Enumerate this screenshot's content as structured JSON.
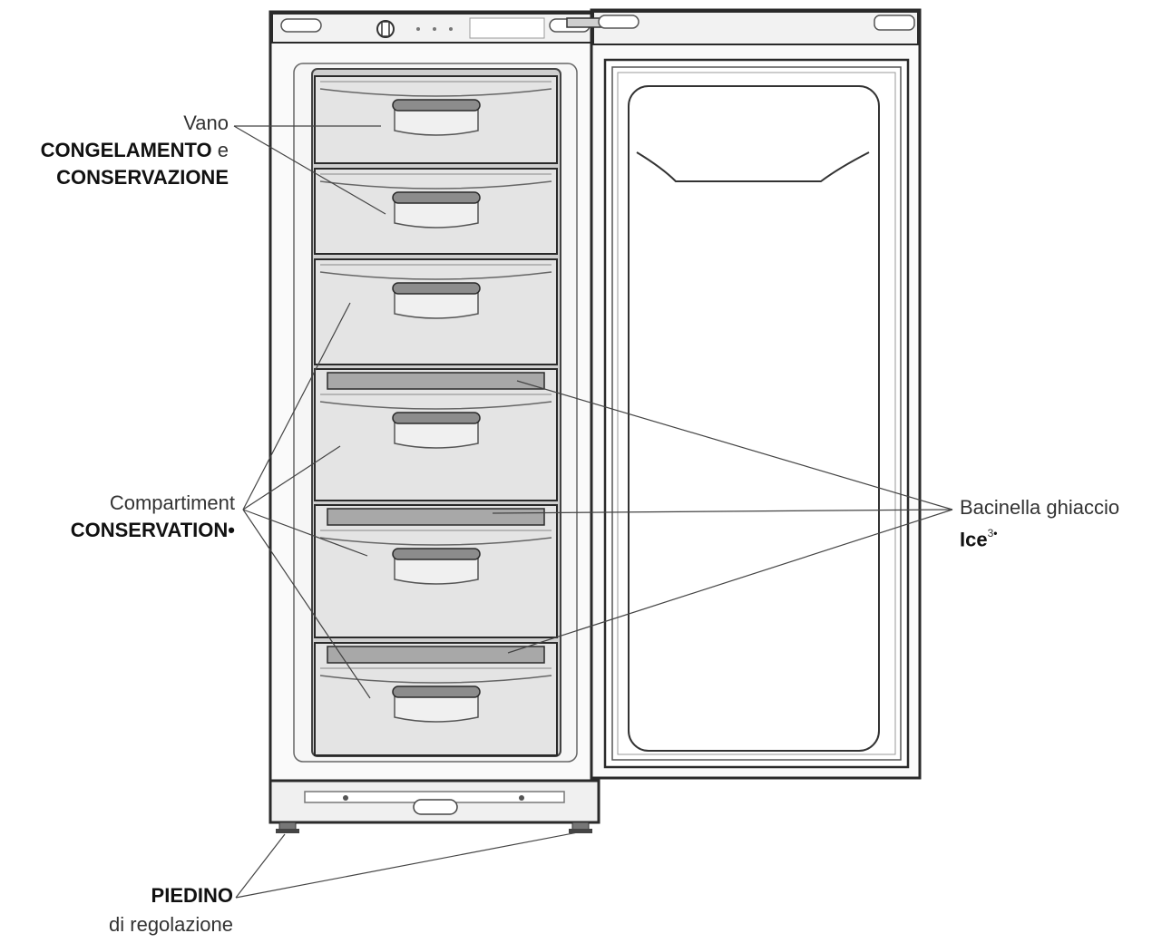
{
  "labels": {
    "freezer": {
      "line1": "Vano",
      "line2_bold": "CONGELAMENTO",
      "line2_suffix": "e",
      "line3_bold": "CONSERVAZIONE"
    },
    "compartment": {
      "line1": "Compartiment",
      "line2_bold": "CONSERVATION",
      "marker": "•"
    },
    "ice_tray": {
      "line1": "Bacinella ghiaccio",
      "line2_bold": "Ice",
      "superscript": "3",
      "marker": "•"
    },
    "foot": {
      "line1_bold": "PIEDINO",
      "line2": "di regolazione"
    }
  },
  "colors": {
    "outline": "#2a2a2a",
    "drawer_fill": "#e4e4e4",
    "handle": "#8c8c8c",
    "tray": "#a8a8a8",
    "panel": "#f4f4f4"
  }
}
